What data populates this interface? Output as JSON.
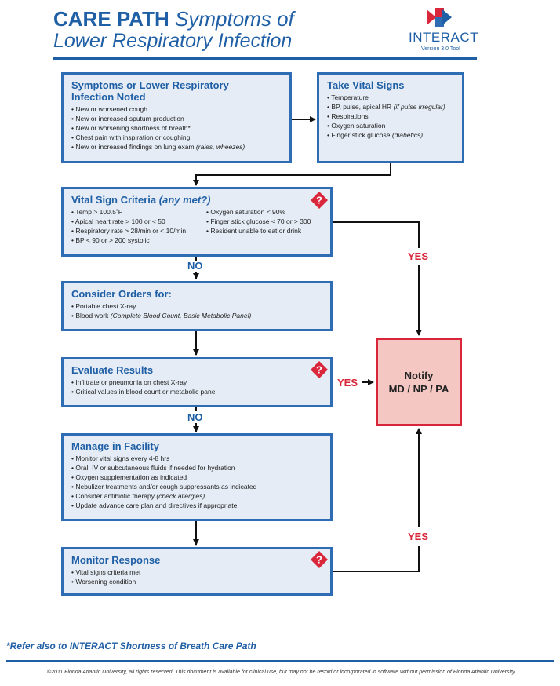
{
  "header": {
    "title_bold": "CARE PATH",
    "title_italic": "Symptoms of",
    "title_line2": "Lower Respiratory Infection",
    "logo_text": "INTERACT",
    "logo_version": "Version 3.0 Tool"
  },
  "boxes": {
    "symptoms": {
      "title": "Symptoms or Lower Respiratory Infection Noted",
      "items": [
        {
          "text": "New or worsened cough",
          "note": ""
        },
        {
          "text": "New or increased sputum production",
          "note": ""
        },
        {
          "text": "New or worsening shortness of breath*",
          "note": ""
        },
        {
          "text": "Chest pain with inspiration or coughing",
          "note": ""
        },
        {
          "text": "New or increased findings on lung exam ",
          "note": "(rales, wheezes)"
        }
      ]
    },
    "vitals": {
      "title": "Take Vital Signs",
      "items": [
        {
          "text": "Temperature",
          "note": ""
        },
        {
          "text": "BP, pulse, apical HR ",
          "note": "(if pulse irregular)"
        },
        {
          "text": "Respirations",
          "note": ""
        },
        {
          "text": "Oxygen saturation",
          "note": ""
        },
        {
          "text": "Finger stick glucose ",
          "note": "(diabetics)"
        }
      ]
    },
    "criteria": {
      "title": "Vital Sign Criteria",
      "title_note": "(any met?)",
      "col1": [
        "Temp > 100.5˚F",
        "Apical heart rate > 100 or < 50",
        "Respiratory rate > 28/min or < 10/min",
        "BP < 90 or > 200 systolic"
      ],
      "col2": [
        "Oxygen saturation < 90%",
        "Finger stick glucose < 70 or > 300",
        "Resident unable to eat or drink"
      ]
    },
    "orders": {
      "title": "Consider Orders for:",
      "items": [
        {
          "text": "Portable chest X-ray",
          "note": ""
        },
        {
          "text": "Blood work ",
          "note": "(Complete Blood Count, Basic Metabolic Panel)"
        }
      ]
    },
    "evaluate": {
      "title": "Evaluate Results",
      "items": [
        {
          "text": "Infiltrate or pneumonia on chest X-ray",
          "note": ""
        },
        {
          "text": "Critical values in blood count or metabolic panel",
          "note": ""
        }
      ]
    },
    "manage": {
      "title": "Manage in Facility",
      "items": [
        {
          "text": "Monitor vital signs every 4-8 hrs",
          "note": ""
        },
        {
          "text": "Oral, IV or subcutaneous fluids if needed for hydration",
          "note": ""
        },
        {
          "text": "Oxygen supplementation as indicated",
          "note": ""
        },
        {
          "text": "Nebulizer treatments and/or cough suppressants as indicated",
          "note": ""
        },
        {
          "text": "Consider antibiotic therapy ",
          "note": "(check allergies)"
        },
        {
          "text": "Update advance care plan and directives if appropriate",
          "note": ""
        }
      ]
    },
    "monitor": {
      "title": "Monitor Response",
      "items": [
        {
          "text": "Vital signs criteria met",
          "note": ""
        },
        {
          "text": "Worsening condition",
          "note": ""
        }
      ]
    },
    "notify": {
      "line1": "Notify",
      "line2": "MD / NP / PA"
    }
  },
  "labels": {
    "no": "NO",
    "yes": "YES",
    "question_icon": "?"
  },
  "colors": {
    "blue": "#1f5fa6",
    "red": "#d9263a",
    "box_fill": "#e5ecf5",
    "notify_fill": "#f4c7c2"
  },
  "footer": {
    "reference": "*Refer also to INTERACT Shortness of Breath Care Path",
    "copyright": "©2011 Florida Atlantic University, all rights reserved. This document is available for clinical use, but may not be resold or incorporated in software without permission of Florida Atlantic University."
  }
}
